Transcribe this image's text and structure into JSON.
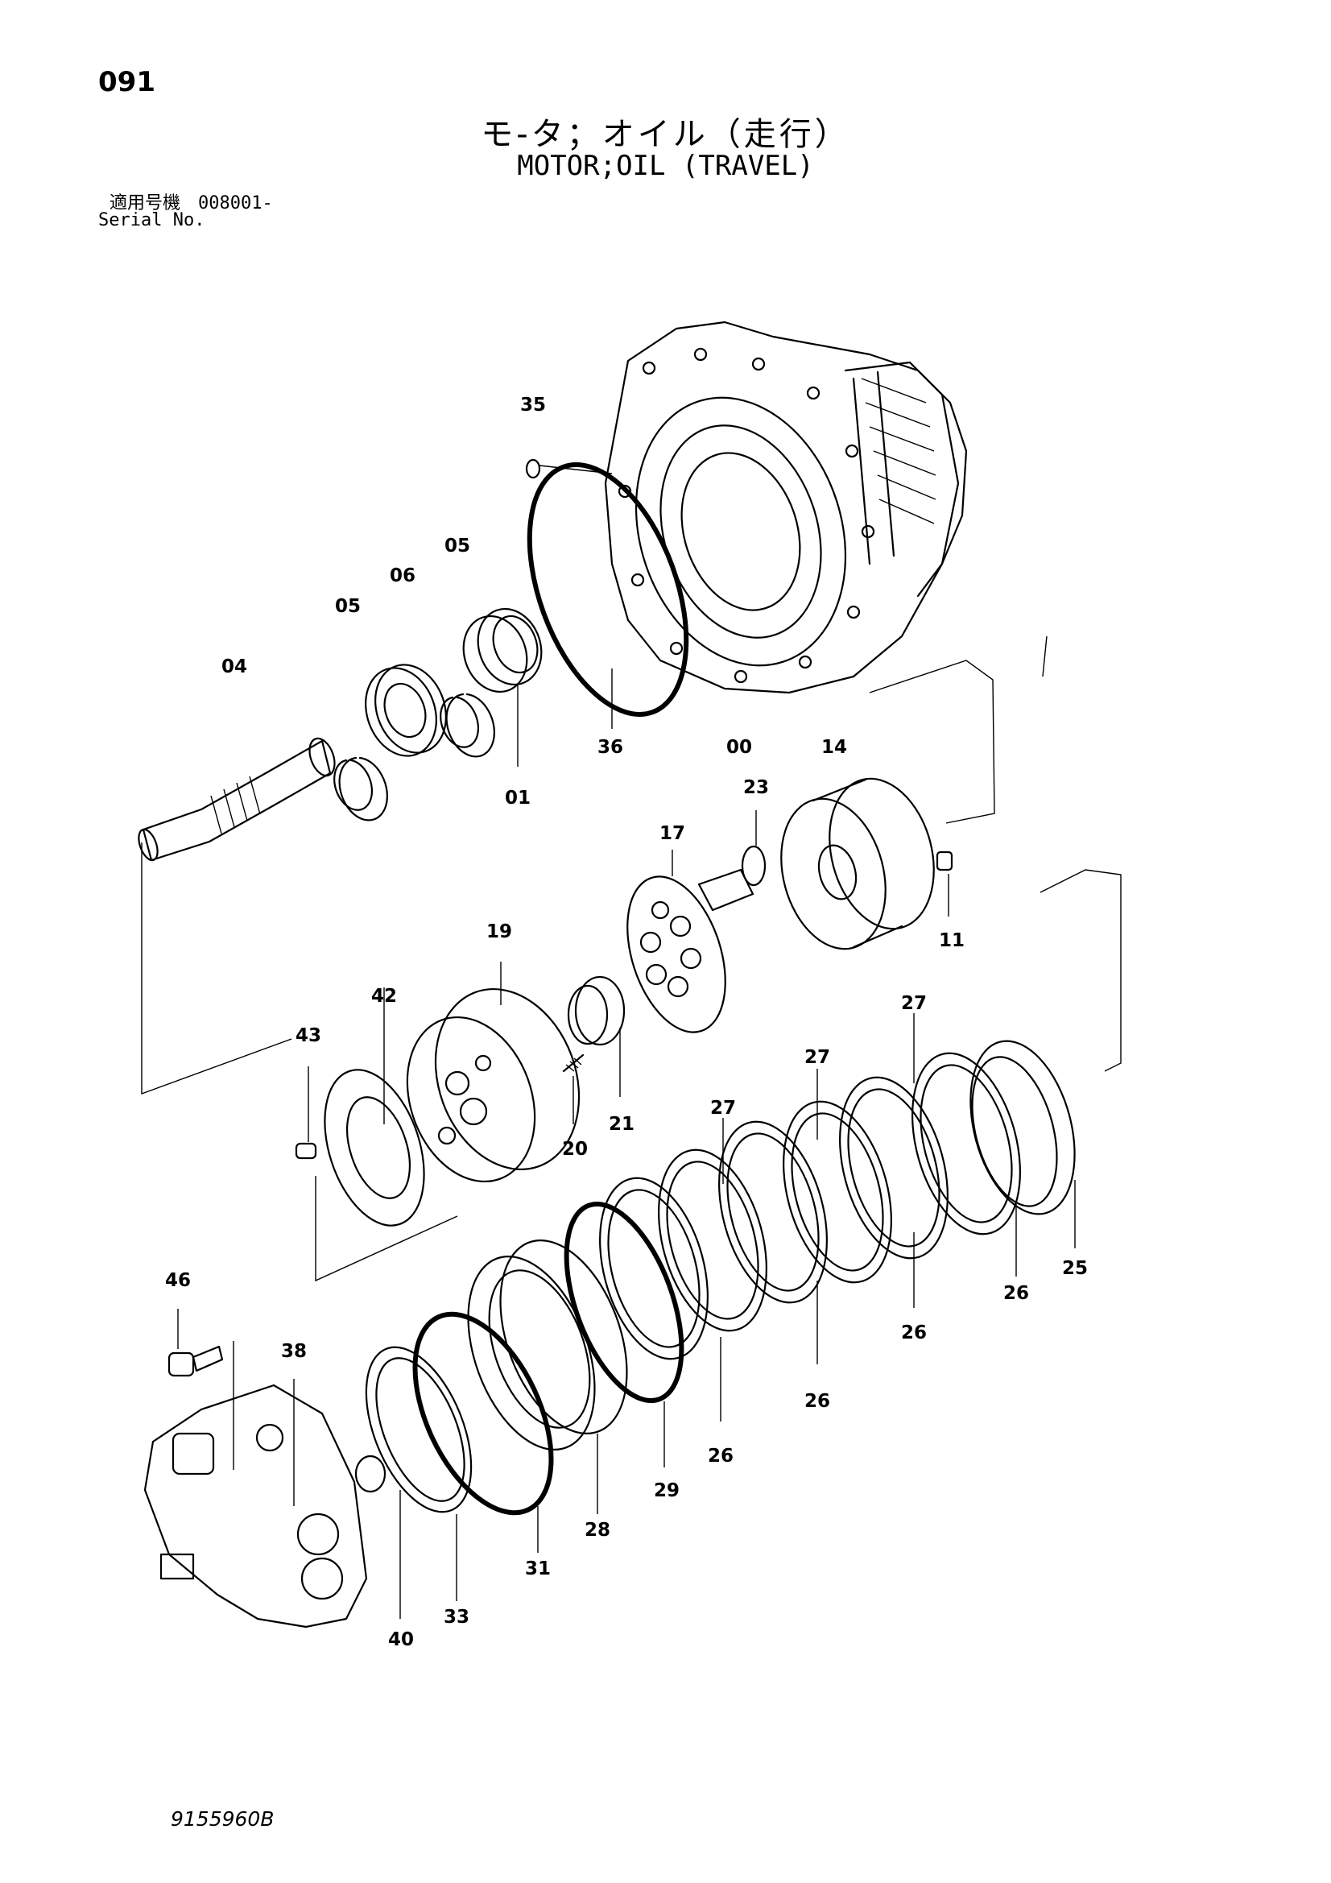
{
  "header": {
    "page_number": "091",
    "title_jp": "モ-タ；オイル（走行）",
    "title_en": "MOTOR;OIL (TRAVEL)",
    "serial_label_jp": "適用号機　008001-",
    "serial_label_en": "Serial No."
  },
  "footer": {
    "doc_code": "9155960B"
  },
  "callouts": [
    "35",
    "05",
    "06",
    "05",
    "04",
    "36",
    "00",
    "01",
    "14",
    "23",
    "17",
    "11",
    "19",
    "42",
    "43",
    "21",
    "20",
    "27",
    "27",
    "27",
    "25",
    "26",
    "26",
    "26",
    "26",
    "46",
    "38",
    "28",
    "29",
    "31",
    "33",
    "40"
  ]
}
